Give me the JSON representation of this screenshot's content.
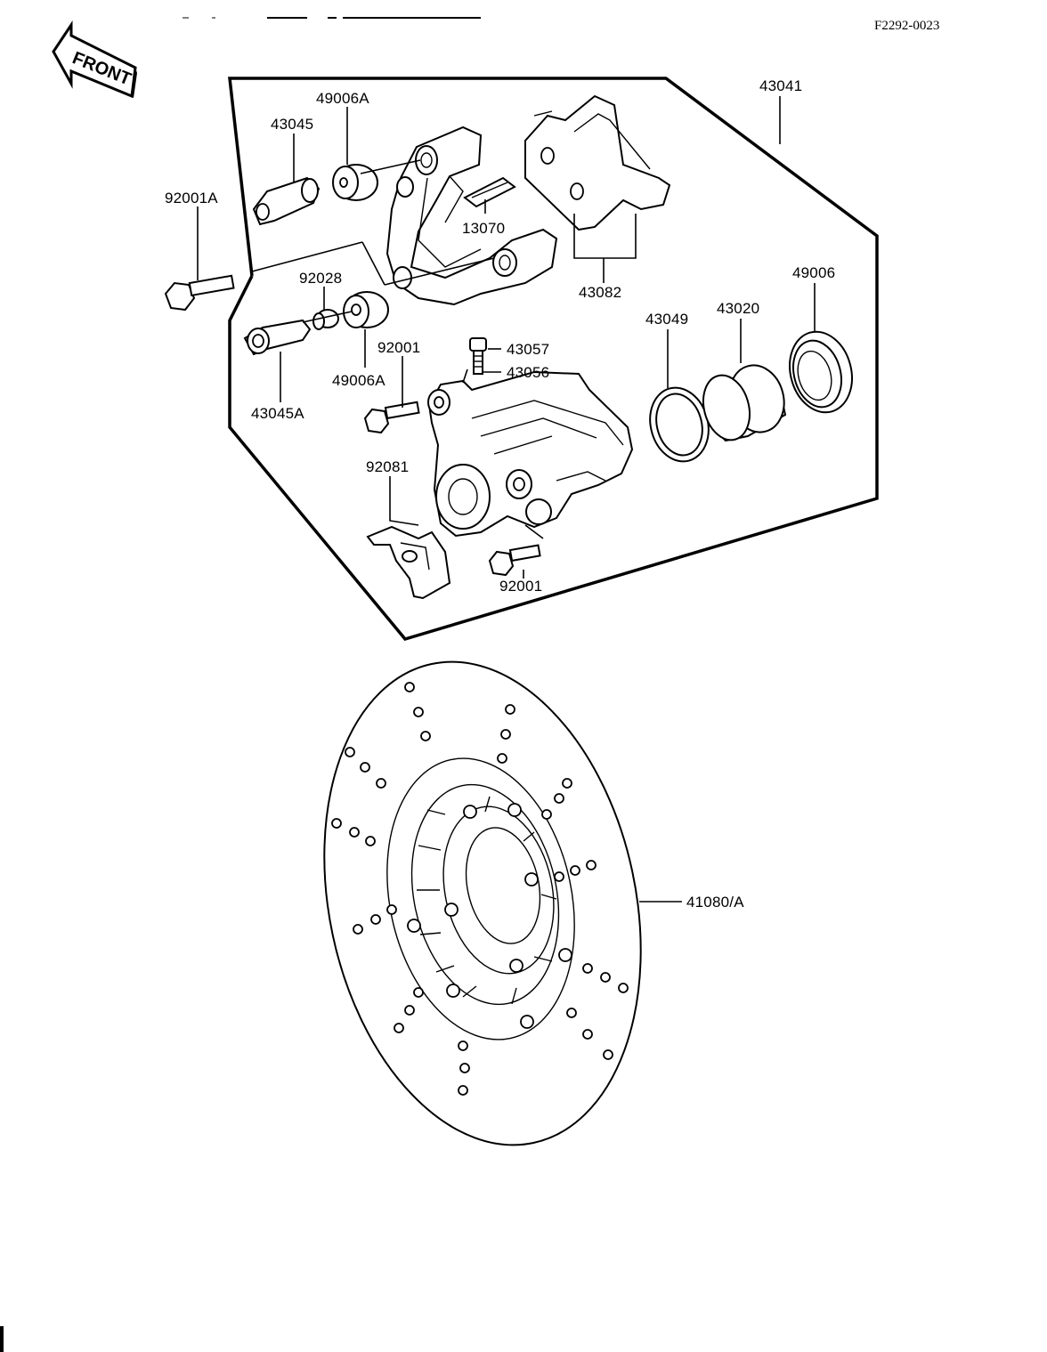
{
  "document_id": "F2292-0023",
  "front_marker": "FRONT",
  "parts": {
    "p43041": "43041",
    "p49006A_top": "49006A",
    "p43045": "43045",
    "p13070": "13070",
    "p43082": "43082",
    "p92001A": "92001A",
    "p92028": "92028",
    "p49006A_bottom": "49006A",
    "p43045A": "43045A",
    "p92001_upper": "92001",
    "p43057": "43057",
    "p43056": "43056",
    "p43049": "43049",
    "p43020": "43020",
    "p49006": "49006",
    "p92081": "92081",
    "p92001_lower": "92001",
    "p41080A": "41080/A"
  }
}
